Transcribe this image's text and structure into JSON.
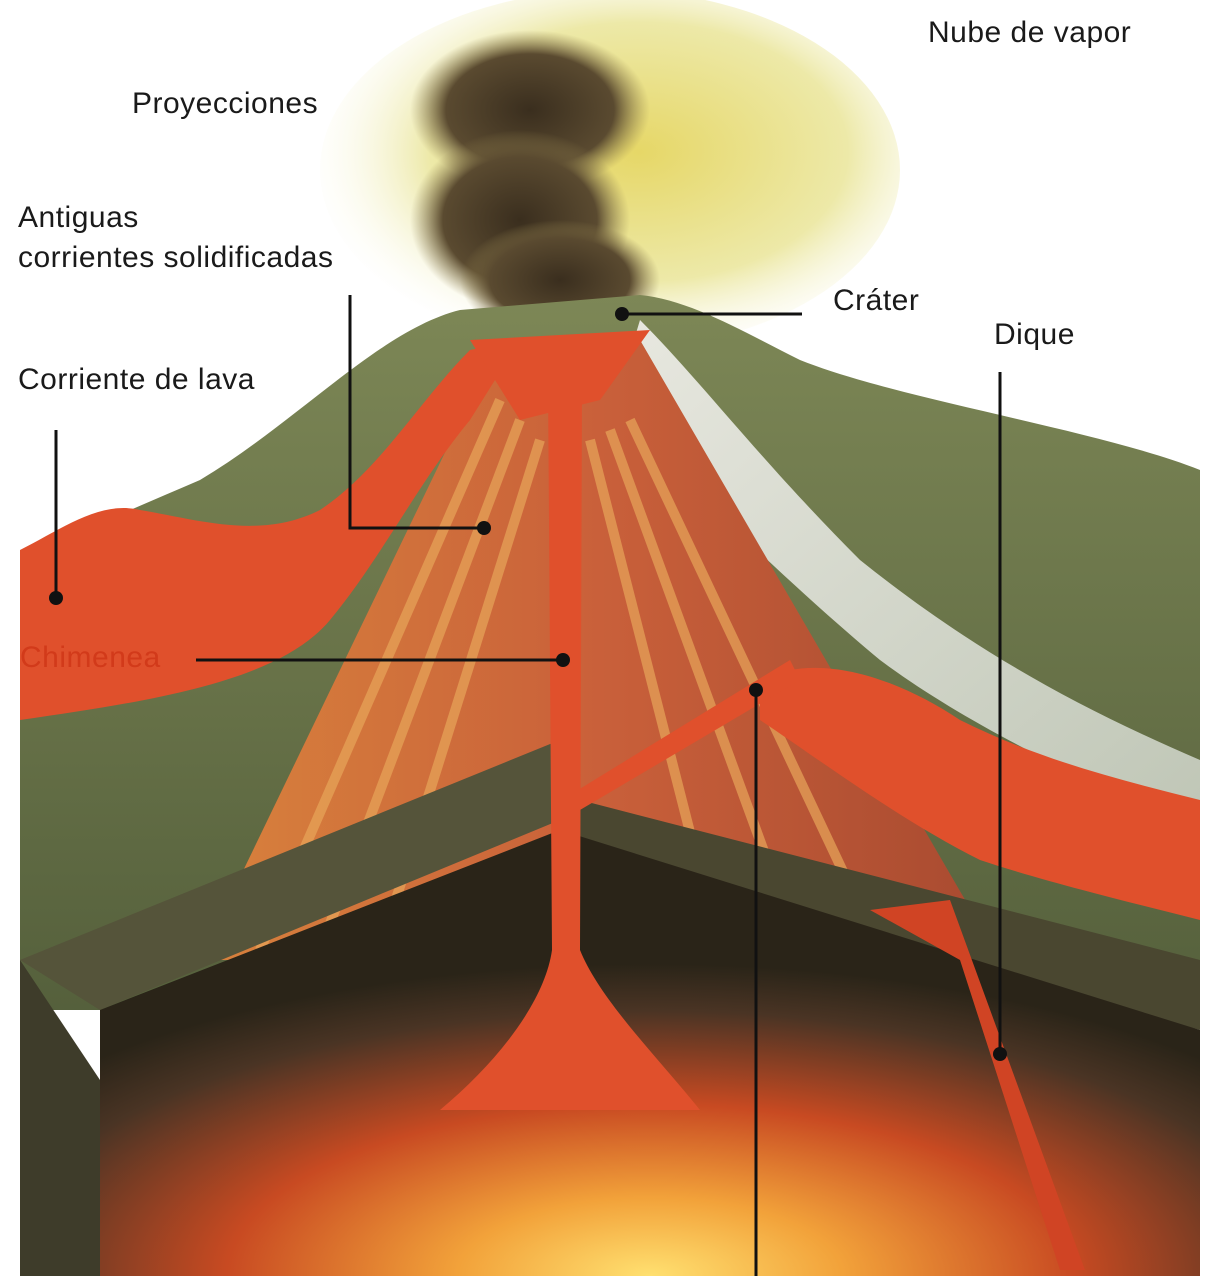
{
  "diagram": {
    "labels": {
      "nube": "Nube de vapor",
      "proyecciones": "Proyecciones",
      "antiguas_1": "Antiguas",
      "antiguas_2": "corrientes solidificadas",
      "crater": "Cráter",
      "dique": "Dique",
      "corriente": "Corriente de lava",
      "chimenea": "Chimenea"
    },
    "colors": {
      "lava": "#e0502c",
      "lava_dark": "#c23a1c",
      "vegetation": "#6f7a4e",
      "ground": "#55543a",
      "ash": "#cdd2c2",
      "smoke": "#4a3a24",
      "cloud": "#e8dc6a",
      "label_red": "#d23a1a"
    }
  }
}
